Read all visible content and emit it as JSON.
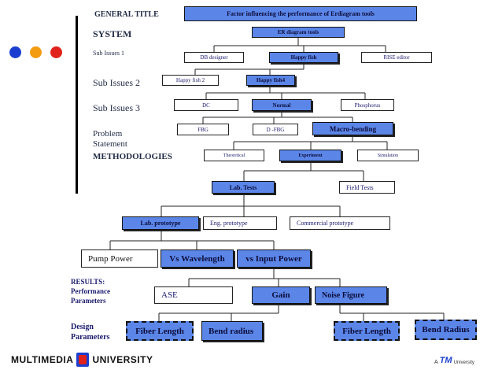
{
  "labels": {
    "general_title": "GENERAL TITLE",
    "system": "SYSTEM",
    "sub_issues_1": "Sub Issues 1",
    "sub_issues_2": "Sub Issues 2",
    "sub_issues_3": "Sub Issues 3",
    "problem_statement_1": "Problem",
    "problem_statement_2": "Statement",
    "methodologies": "METHODOLOGIES",
    "results_1": "RESULTS:",
    "results_2": "Performance",
    "results_3": "Parameters",
    "design_1": "Design",
    "design_2": "Parameters"
  },
  "nodes": {
    "title": "Factor influencing the performance of  Erdiagram tools",
    "system": "ER diagram tools",
    "db_designer": "DB designer",
    "happy_fish": "Happy fish",
    "rise_editor": "RISE editor",
    "happy_fish2": "Happy fish 2",
    "happy_fish4": "Happy fish4",
    "dc": "DC",
    "normal": "Normal",
    "phosphorus": "Phosphorus",
    "fbg": "FBG",
    "d_fbg": "D -FBG",
    "macro_bending": "Macro-bending",
    "theoretical": "Theoretical",
    "experiment": "Experiment",
    "simulation": "Simulation",
    "lab_tests": "Lab. Tests",
    "field_tests": "Field Tests",
    "lab_prototype": "Lab. prototype",
    "eng_prototype": "Eng. prototype",
    "commercial_prototype": "Commercial prototype",
    "pump_power": "Pump Power",
    "vs_wavelength": "Vs Wavelength",
    "vs_input_power": "vs Input Power",
    "ase": "ASE",
    "gain": "Gain",
    "noise_figure": "Noise Figure",
    "fiber_length_1": "Fiber Length",
    "bend_radius_1": "Bend radius",
    "fiber_length_2": "Fiber Length",
    "bend_radius_2": "Bend Radius"
  },
  "footer": {
    "university_left": "MULTIMEDIA",
    "university_right": "UNIVERSITY",
    "tm_prefix": "A",
    "tm_mark": "TM",
    "tm_suffix": "University"
  },
  "colors": {
    "box_fill": "#5b86e8",
    "dot_blue": "#1a3fd0",
    "dot_orange": "#f39c12",
    "dot_red": "#e0221c",
    "label_dark": "#1f2a44"
  }
}
